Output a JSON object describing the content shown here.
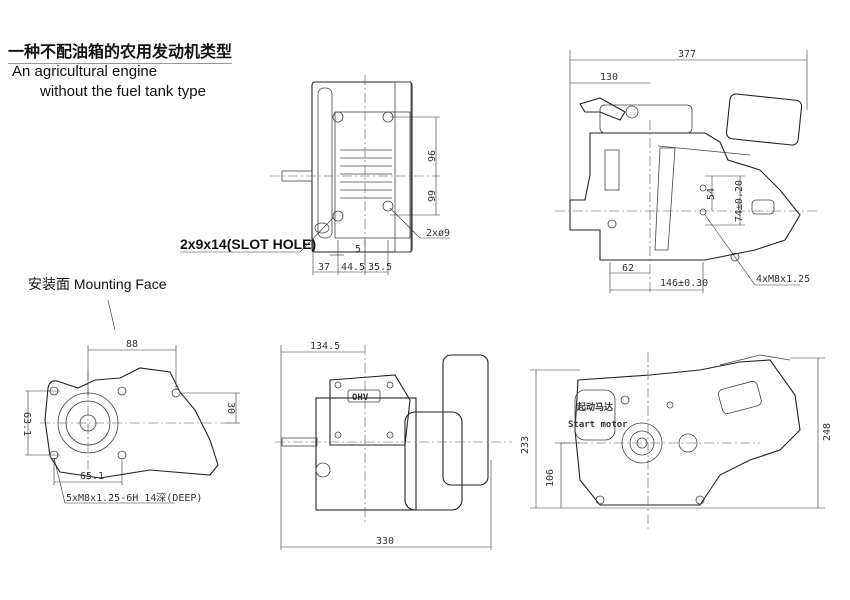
{
  "title": {
    "chinese": "一种不配油箱的农用发动机类型",
    "english_line1": "An agricultural engine",
    "english_line2": "without the fuel tank type"
  },
  "top_left_view": {
    "slot_hole_label": "2x9x14(SLOT HOLE)",
    "hole_label": "2xø9",
    "dims": {
      "d96": "96",
      "d66": "66",
      "d5": "5",
      "d37": "37",
      "d44_5": "44.5",
      "d35_5": "35.5"
    }
  },
  "top_right_view": {
    "dims": {
      "d377": "377",
      "d130": "130",
      "d54": "54",
      "d74": "74±0.20",
      "d62": "62",
      "d146": "146±0.30"
    },
    "thread_label": "4xM8x1.25"
  },
  "mounting_face": {
    "label": "安装面 Mounting Face",
    "dims": {
      "d88": "88",
      "d63_1": "63.1",
      "d30": "30",
      "d65_1": "65.1"
    },
    "thread_label": "5xM8x1.25-6H 14深(DEEP)"
  },
  "front_view": {
    "dims": {
      "d134_5": "134.5",
      "d330": "330"
    },
    "logo": "OHV"
  },
  "side_view": {
    "start_motor_cn": "起动马达",
    "start_motor_en": "Start motor",
    "dims": {
      "d233": "233",
      "d106": "106",
      "d248": "248"
    }
  }
}
